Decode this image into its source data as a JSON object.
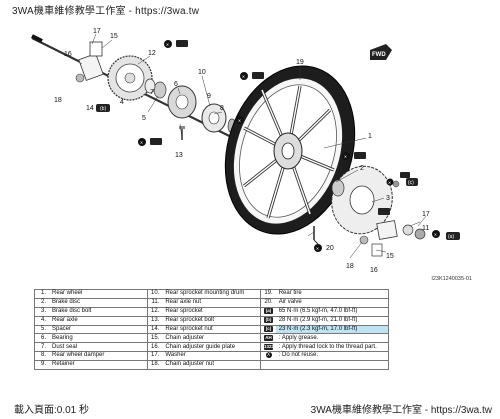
{
  "header": {
    "text": "3WA機車維修教學工作室 - https://3wa.tw"
  },
  "figure_code": "I23K1240035-01",
  "part_labels": [
    "1",
    "2",
    "3",
    "4",
    "5",
    "6",
    "7",
    "8",
    "9",
    "10",
    "11",
    "12",
    "13",
    "14",
    "15",
    "16",
    "17",
    "18",
    "19",
    "20"
  ],
  "callouts": {
    "a": "(a)",
    "b": "(b)",
    "c": "(c)",
    "flange": "FWD"
  },
  "legend": {
    "rows": [
      {
        "n1": "1.",
        "p1": "Rear wheel",
        "n2": "10.",
        "p2": "Rear sprocket mounting drum",
        "n3": "19.",
        "p3": "Rear tire"
      },
      {
        "n1": "2.",
        "p1": "Brake disc",
        "n2": "11.",
        "p2": "Rear axle nut",
        "n3": "20.",
        "p3": "Air valve"
      },
      {
        "n1": "3.",
        "p1": "Brake disc bolt",
        "n2": "12.",
        "p2": "Rear sprocket",
        "sym3": "(a)",
        "p3": "65 N·m (6.5 kgf-m, 47.0 lbf-ft)"
      },
      {
        "n1": "4.",
        "p1": "Rear axle",
        "n2": "13.",
        "p2": "Rear sprocket bolt",
        "sym3": "(b)",
        "p3": "28 N·m (2.9 kgf-m, 21.0 lbf-ft)"
      },
      {
        "n1": "5.",
        "p1": "Spacer",
        "n2": "14.",
        "p2": "Rear sprocket nut",
        "sym3": "(c)",
        "p3": "23 N·m (2.3 kgf-m, 17.0 lbf-ft)",
        "hl": true
      },
      {
        "n1": "6.",
        "p1": "Bearing",
        "n2": "15.",
        "p2": "Chain adjuster",
        "sym3": "AH",
        "p3": ": Apply grease."
      },
      {
        "n1": "7.",
        "p1": "Dust seal",
        "n2": "16.",
        "p2": "Chain adjuster guide plate",
        "sym3": "1322",
        "p3": ": Apply thread lock to the thread part."
      },
      {
        "n1": "8.",
        "p1": "Rear wheel damper",
        "n2": "17.",
        "p2": "Washer",
        "sym3": "X",
        "p3": ": Do not reuse."
      },
      {
        "n1": "9.",
        "p1": "Retainer",
        "n2": "18.",
        "p2": "Chain adjuster nut",
        "sym3": "",
        "p3": ""
      }
    ]
  },
  "footer": {
    "left": "載入頁面:0.01 秒",
    "right": "3WA機車維修教學工作室 - https://3wa.tw"
  }
}
